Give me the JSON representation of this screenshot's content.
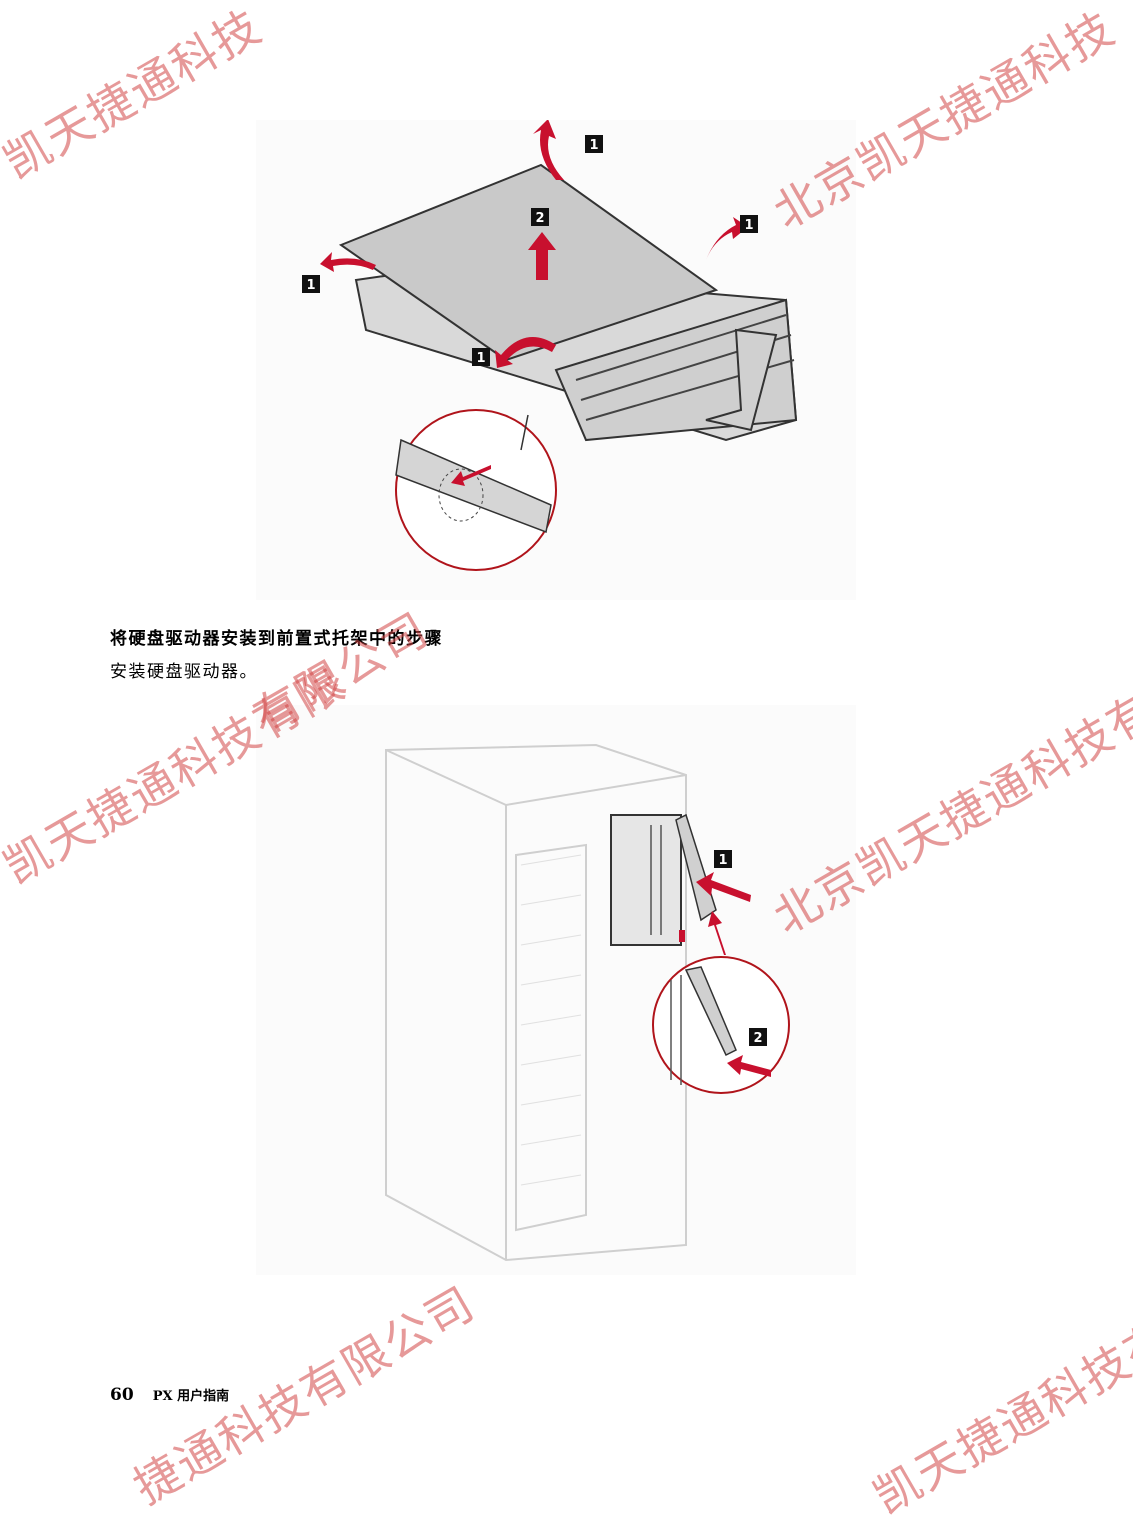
{
  "figure1": {
    "callouts": [
      "1",
      "1",
      "1",
      "1",
      "2"
    ]
  },
  "figure2": {
    "callouts": [
      "1",
      "2"
    ]
  },
  "section": {
    "heading": "将硬盘驱动器安装到前置式托架中的步骤",
    "body": "安装硬盘驱动器。"
  },
  "footer": {
    "page_number": "60",
    "doc_title": "PX 用户指南"
  },
  "watermarks": [
    "凯天捷通科技",
    "北京凯天捷通科技",
    "有限公司",
    "凯天捷通科技有限",
    "北京凯天捷通科技有限",
    "捷通科技有限公司",
    "凯天捷通科技有限"
  ],
  "colors": {
    "accent_red": "#c8102e",
    "callout_black": "#111111",
    "watermark": "#d24646"
  }
}
